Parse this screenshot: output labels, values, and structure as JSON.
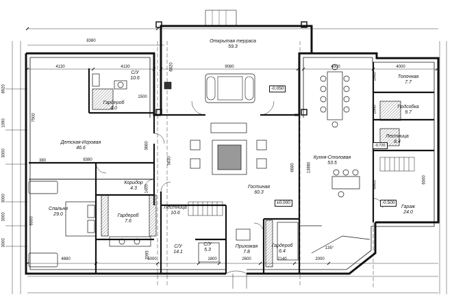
{
  "rooms": {
    "terrace": {
      "name": "Открытая терраса",
      "area": "59.3"
    },
    "kids": {
      "name": "Детская-Игровая",
      "area": "46.6"
    },
    "wc1": {
      "name": "С/У",
      "area": "10.6"
    },
    "wardrobe1": {
      "name": "Гардероб",
      "area": "4.0"
    },
    "corridor": {
      "name": "Коридор",
      "area": "4.3"
    },
    "bedroom": {
      "name": "Спальня",
      "area": "29.0"
    },
    "wardrobe2": {
      "name": "Гардероб",
      "area": "7.6"
    },
    "stairs1": {
      "name": "Лестница",
      "area": "10.6"
    },
    "living": {
      "name": "Гостиная",
      "area": "60.3"
    },
    "wc2": {
      "name": "С/У",
      "area": "14.1"
    },
    "wc3": {
      "name": "С/У",
      "area": "5.3"
    },
    "hall": {
      "name": "Прихожая",
      "area": "7.8"
    },
    "wardrobe3": {
      "name": "Гардероб",
      "area": "6.4"
    },
    "kitchen": {
      "name": "Кухня-Столовая",
      "area": "53.5"
    },
    "boiler": {
      "name": "Топочная",
      "area": "7.7"
    },
    "pantry": {
      "name": "Подсобка",
      "area": "9.7"
    },
    "stairs2": {
      "name": "Лестница",
      "area": "8.4"
    },
    "garage": {
      "name": "Гараж",
      "area": "24.0"
    }
  },
  "levels": {
    "terrace": "-0.050",
    "main": "±0.000",
    "garage": "-0.500",
    "stair": "-0.720"
  },
  "dims_top": [
    "8380",
    "4130",
    "4130",
    "9080",
    "4000",
    "4000"
  ],
  "dims_bottom": [
    "4880",
    "6000",
    "1800",
    "2600",
    "2140",
    "2000"
  ],
  "dims_inner_h": [
    "8380",
    "380",
    "1940",
    "1500",
    "1940"
  ],
  "dims_vertical": [
    "6820",
    "7500",
    "3660",
    "5630",
    "6680",
    "13880",
    "1400",
    "6000",
    "4900",
    "6000",
    "2095",
    "2640",
    "1940"
  ],
  "dims_left": [
    "8920",
    "1090",
    "3000",
    "3000",
    "3000",
    "3000"
  ],
  "misc": [
    "135°"
  ]
}
